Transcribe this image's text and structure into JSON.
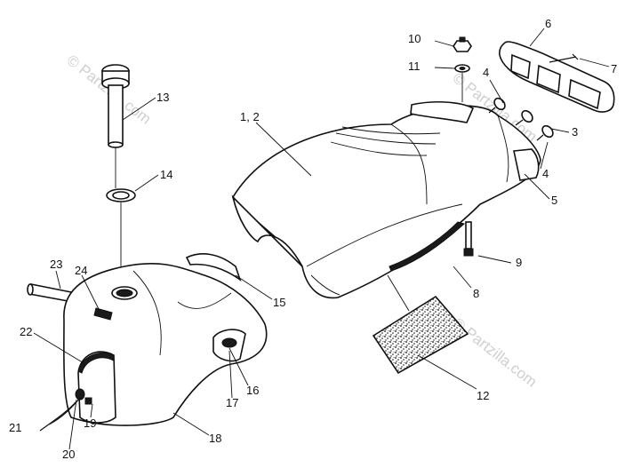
{
  "watermark": {
    "text": "© Partzilla.com",
    "color": "#cfcfcf"
  },
  "callouts": {
    "seat": "1, 2",
    "c3": "3",
    "c4a": "4",
    "c4b": "4",
    "c5": "5",
    "c6": "6",
    "c7": "7",
    "c8": "8",
    "c9": "9",
    "c10": "10",
    "c11": "11",
    "c12": "12",
    "c13": "13",
    "c14": "14",
    "c15": "15",
    "c16": "16",
    "c17": "17",
    "c18": "18",
    "c19": "19",
    "c20": "20",
    "c21": "21",
    "c22": "22",
    "c23": "23",
    "c24": "24"
  },
  "colors": {
    "line": "#111111",
    "background": "#ffffff"
  }
}
